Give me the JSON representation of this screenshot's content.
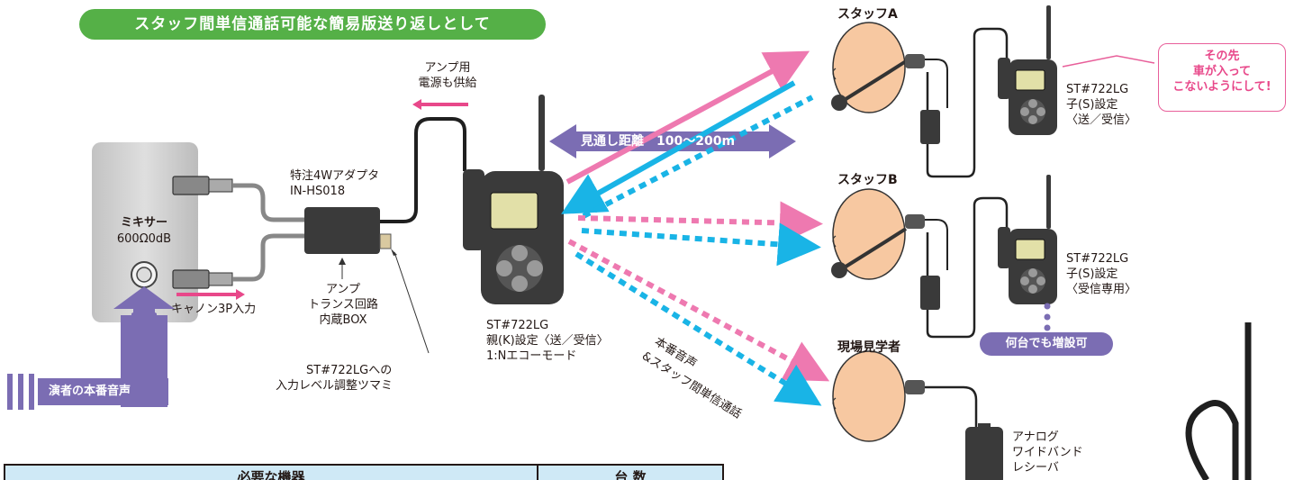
{
  "title_banner": "スタッフ間単信通話可能な簡易版送り返しとして",
  "mixer": {
    "name": "ミキサー",
    "spec": "600Ω0dB"
  },
  "performer_label": "演者の本番音声",
  "cannon_label": "キャノン3P入力",
  "adapter": {
    "title": "特注4Wアダプタ",
    "model": "IN-HS018"
  },
  "amp_power": [
    "アンプ用",
    "電源も供給"
  ],
  "transformer_box": [
    "アンプ",
    "トランス回路",
    "内蔵BOX"
  ],
  "level_knob": [
    "ST#722LGへの",
    "入力レベル調整ツマミ"
  ],
  "parent_radio": [
    "ST#722LG",
    "親(K)設定〈送／受信〉",
    "1:Nエコーモード"
  ],
  "range_label": "見通し距離　100～200m",
  "broadcast_label": [
    "本番音声",
    "&スタッフ間単信通話"
  ],
  "staff_a": {
    "name": "スタッフA",
    "radio": [
      "ST#722LG",
      "子(S)設定",
      "〈送／受信〉"
    ]
  },
  "staff_b": {
    "name": "スタッフB",
    "radio": [
      "ST#722LG",
      "子(S)設定",
      "〈受信専用〉"
    ]
  },
  "visitor": {
    "name": "現場見学者",
    "receiver": [
      "アナログ",
      "ワイドバンド",
      "レシーバ"
    ]
  },
  "speech_bubble": [
    "その先",
    "車が入って",
    "こないようにして!"
  ],
  "add_badge": "何台でも増設可",
  "table": {
    "col1": "必要な機器",
    "col2": "台 数"
  },
  "colors": {
    "green": "#55b047",
    "pink": "#ee79b0",
    "cyan": "#19b4e6",
    "purple": "#7b6db3",
    "dark": "#3a3a3a"
  }
}
